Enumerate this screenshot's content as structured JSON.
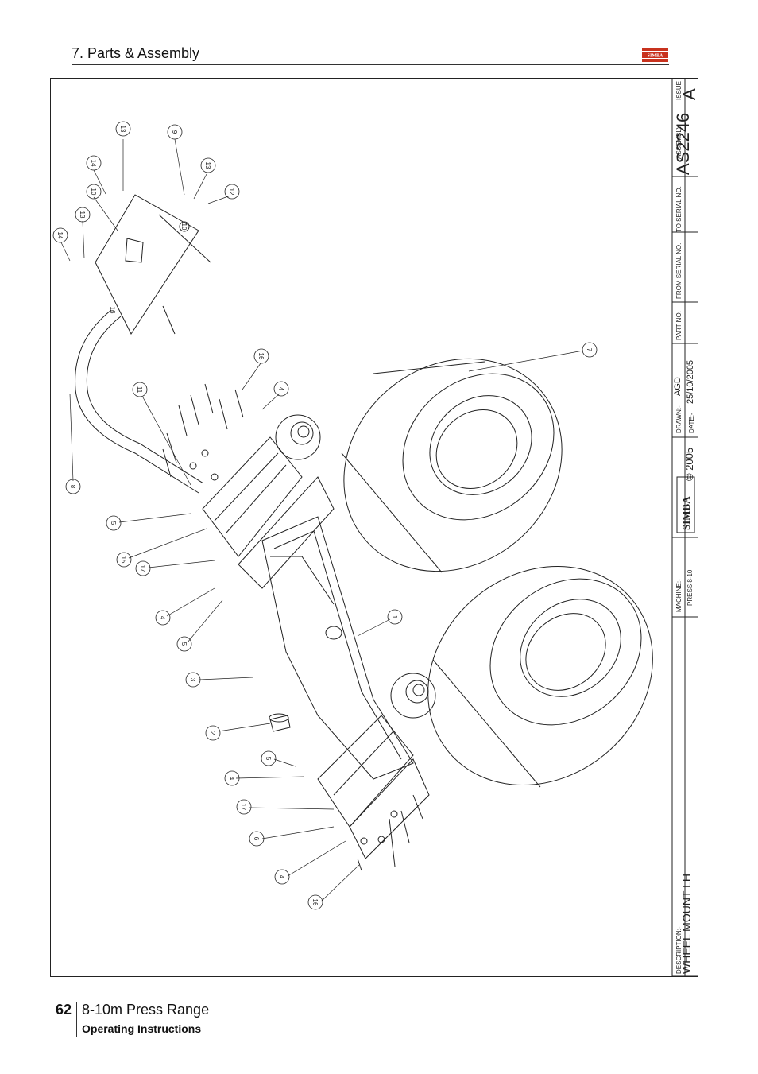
{
  "header": {
    "section_title": "7. Parts & Assembly",
    "logo_text": "SIMBA"
  },
  "title_block": {
    "issue_label": "ISSUE",
    "issue_value": "A",
    "assembly_label": "ASSEMBLY",
    "assembly_value": "AS2246",
    "to_serial_label": "TO SERIAL NO.",
    "from_serial_label": "FROM SERIAL NO.",
    "part_no_label": "PART NO.",
    "drawn_label": "DRAWN:-",
    "drawn_value": "AGD",
    "date_label": "DATE:-",
    "date_value": "25/10/2005",
    "copyright": "© 2005",
    "brand": "SIMBA",
    "machine_label": "MACHINE:-",
    "machine_value": "PRESS 8-10",
    "description_label": "DESCRIPTION:-",
    "description_value": "WHEEL MOUNT LH"
  },
  "callouts": [
    "13",
    "9",
    "14",
    "13",
    "10",
    "12",
    "13",
    "14",
    "10",
    "16",
    "7",
    "16",
    "4",
    "11",
    "8",
    "5",
    "15",
    "17",
    "4",
    "5",
    "1",
    "3",
    "2",
    "5",
    "4",
    "17",
    "6",
    "4",
    "16"
  ],
  "footer": {
    "page_number": "62",
    "title": "8-10m Press Range",
    "subtitle": "Operating Instructions"
  }
}
